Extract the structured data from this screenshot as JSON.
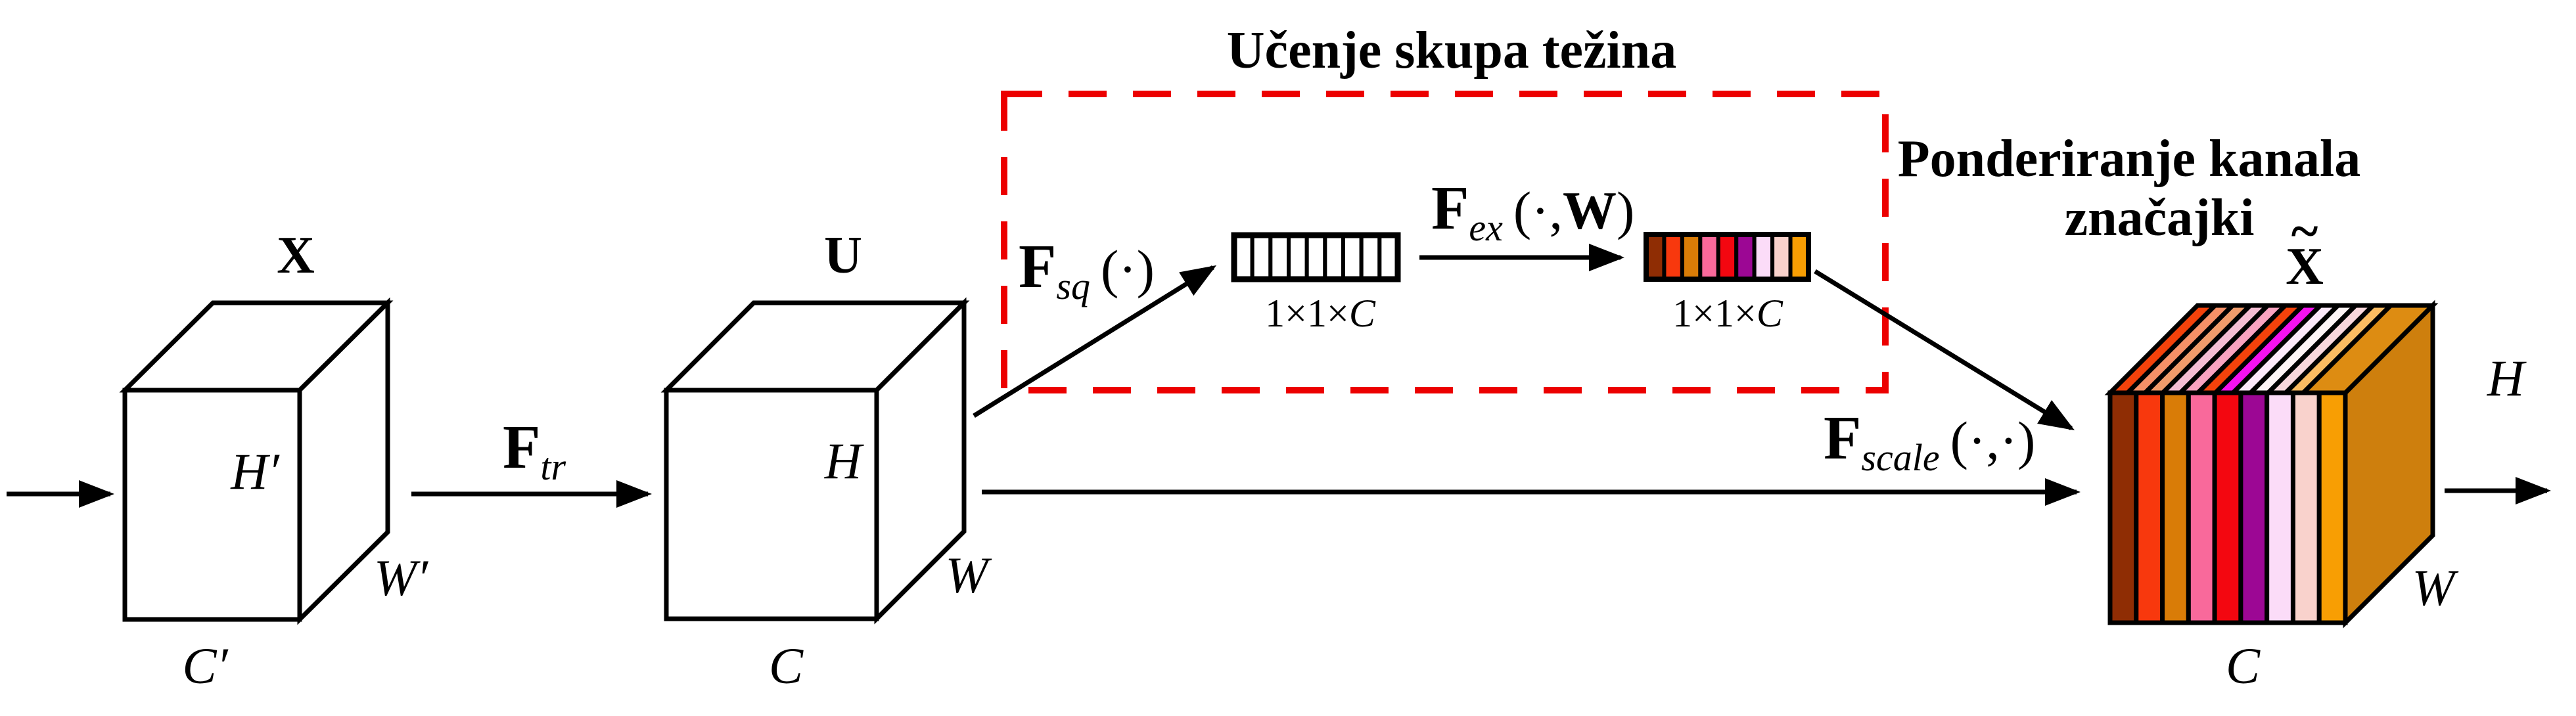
{
  "palette": {
    "accent_red": "#EC0000",
    "ink": "#000000",
    "white": "#FFFFFF"
  },
  "banners": {
    "weights": "Učenje skupa težina",
    "channel_line1": "Ponderiranje kanala",
    "channel_line2": "značajki"
  },
  "input_cube": {
    "label": "X",
    "height": "H′",
    "width": "W′",
    "channel": "C′"
  },
  "transform_op": {
    "f": "F",
    "sub": "tr"
  },
  "u_cube": {
    "label": "U",
    "height": "H",
    "width": "W",
    "channel": "C"
  },
  "squeeze_op": {
    "f": "F",
    "sub": "sq",
    "args": "(·)"
  },
  "squeeze_bar": {
    "cell_count": 9,
    "cell_fill": "#FFFFFF",
    "dim_pre": "1×1×",
    "dim_var": "C"
  },
  "excite_op": {
    "f": "F",
    "sub": "ex",
    "args_open": "(·,",
    "weight": "W",
    "args_close": ")"
  },
  "excite_bar": {
    "cell_colors": [
      "#8F2D04",
      "#F8380D",
      "#D97C07",
      "#F9699B",
      "#F30710",
      "#9C0794",
      "#FBDCF8",
      "#F9D2CC",
      "#F89E03"
    ],
    "dim_pre": "1×1×",
    "dim_var": "C"
  },
  "scale_op": {
    "f": "F",
    "sub": "scale",
    "args": "(·,·)"
  },
  "output_cube": {
    "tilde": "~",
    "label": "X",
    "height": "H",
    "width": "W",
    "channel": "C",
    "front_slice_colors": [
      "#8F2D04",
      "#F8380D",
      "#D97C07",
      "#F9699B",
      "#F30710",
      "#9C0794",
      "#FBDCF8",
      "#F9D2CC",
      "#F89E03"
    ],
    "top_stripe_colors": [
      "#F4420B",
      "#F69067",
      "#F09B6B",
      "#F5BDD3",
      "#F9A3C0",
      "#F4420B",
      "#F511F0",
      "#FCE9FA",
      "#FDF4F5",
      "#F8D7DC",
      "#FBBC62"
    ],
    "top_body_color": "#DD8C12",
    "side_color": "#CE7F0D"
  }
}
